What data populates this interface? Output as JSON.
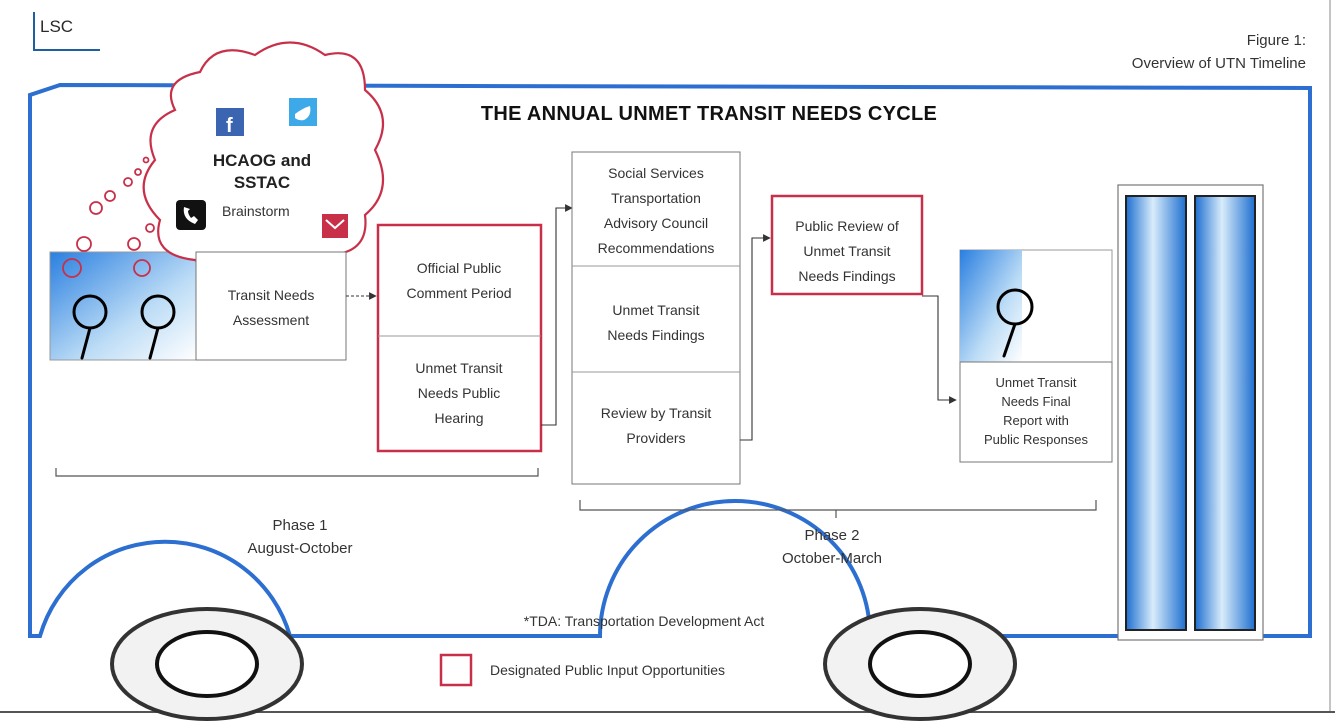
{
  "logo": {
    "text": "LSC"
  },
  "figure_label": {
    "line1": "Figure 1:",
    "line2": "Overview of UTN Timeline"
  },
  "title": "THE ANNUAL UNMET TRANSIT NEEDS CYCLE",
  "cloud": {
    "line1": "HCAOG and",
    "line2": "SSTAC",
    "brainstorm": "Brainstorm",
    "icons": [
      "facebook-icon",
      "twitter-icon",
      "phone-icon",
      "email-icon"
    ]
  },
  "boxes": {
    "transit_needs": [
      "Transit Needs",
      "Assessment"
    ],
    "official_public": [
      "Official Public",
      "Comment Period"
    ],
    "public_hearing": [
      "Unmet Transit",
      "Needs Public",
      "Hearing"
    ],
    "social_services": [
      "Social Services",
      "Transportation",
      "Advisory Council",
      "Recommendations"
    ],
    "findings": [
      "Unmet Transit",
      "Needs Findings"
    ],
    "review_providers": [
      "Review by Transit",
      "Providers"
    ],
    "public_review": [
      "Public Review of",
      "Unmet Transit",
      "Needs Findings"
    ],
    "final_report": [
      "Unmet Transit",
      "Needs Final",
      "Report with",
      "Public Responses"
    ]
  },
  "phase1": {
    "name": "Phase 1",
    "period": "August-October"
  },
  "phase2": {
    "name": "Phase 2",
    "period": "October-March"
  },
  "footnote": "*TDA: Transportation Development Act",
  "legend": {
    "label": "Designated Public Input Opportunities",
    "color": "#c8304a"
  },
  "colors": {
    "bus_outline": "#2d6fd0",
    "highlight_red": "#c8304a",
    "window_blue": "#3a8ee0"
  }
}
